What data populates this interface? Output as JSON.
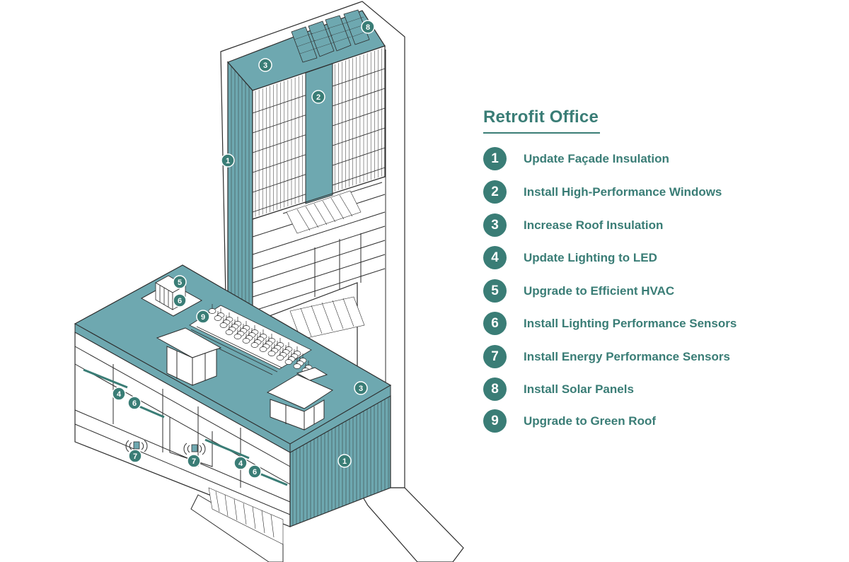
{
  "title": "Retrofit Office",
  "colors": {
    "accent": "#3a7d76",
    "facade_teal": "#6ea8b0",
    "line": "#2d2d2d"
  },
  "legend": [
    {
      "num": "1",
      "label": "Update Façade Insulation"
    },
    {
      "num": "2",
      "label": "Install High-Performance Windows"
    },
    {
      "num": "3",
      "label": "Increase Roof Insulation"
    },
    {
      "num": "4",
      "label": "Update Lighting to LED"
    },
    {
      "num": "5",
      "label": "Upgrade to Efficient HVAC"
    },
    {
      "num": "6",
      "label": "Install Lighting Performance Sensors"
    },
    {
      "num": "7",
      "label": "Install Energy Performance Sensors"
    },
    {
      "num": "8",
      "label": "Install Solar Panels"
    },
    {
      "num": "9",
      "label": "Upgrade to Green Roof"
    }
  ],
  "markers": [
    "1",
    "2",
    "3",
    "8",
    "3",
    "1",
    "5",
    "6",
    "9",
    "4",
    "6",
    "7",
    "7",
    "4",
    "6"
  ]
}
